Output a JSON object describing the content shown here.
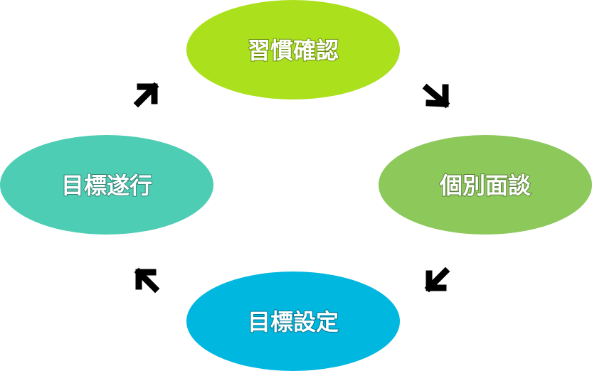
{
  "diagram": {
    "nodes": [
      {
        "id": "habit-check",
        "label": "習慣確認",
        "color": "#abe01c"
      },
      {
        "id": "individual-interview",
        "label": "個別面談",
        "color": "#8cc85a"
      },
      {
        "id": "goal-setting",
        "label": "目標設定",
        "color": "#00b7e0"
      },
      {
        "id": "goal-execution",
        "label": "目標遂行",
        "color": "#4ecdb5"
      }
    ],
    "arrow_color": "#000000",
    "flow": "clockwise"
  }
}
